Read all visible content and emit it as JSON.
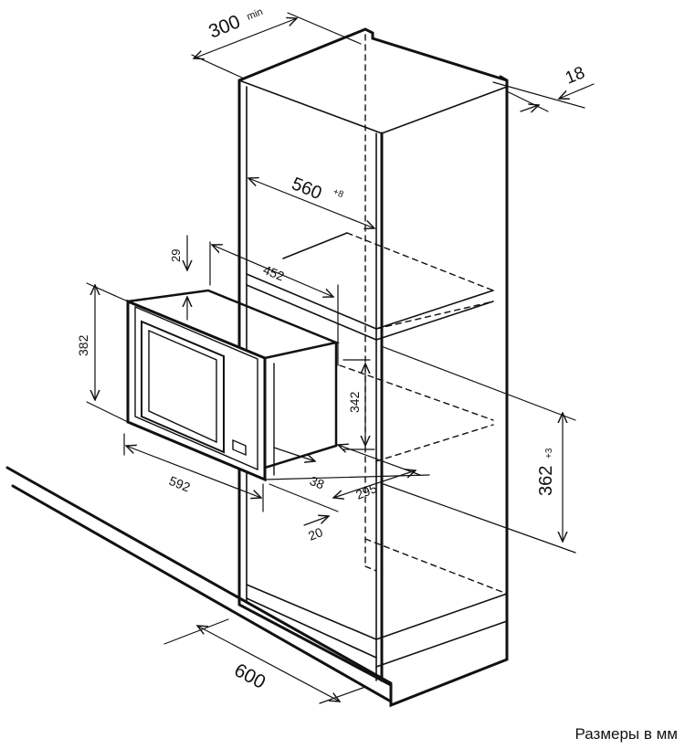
{
  "diagram": {
    "stroke_color": "#111111",
    "dimensions": {
      "cabinet_depth": "300",
      "cabinet_depth_note": "min",
      "panel_thickness": "18",
      "niche_width": "560",
      "niche_width_tol": "+8",
      "mw_depth": "452",
      "mw_top_gap": "29",
      "mw_height": "382",
      "mw_body_height": "342",
      "niche_height": "362",
      "niche_height_tol": "+3",
      "mw_width": "592",
      "mw_frame_depth": "38",
      "niche_depth": "295",
      "front_offset": "20",
      "cabinet_width": "600"
    }
  },
  "caption": "Размеры в мм"
}
